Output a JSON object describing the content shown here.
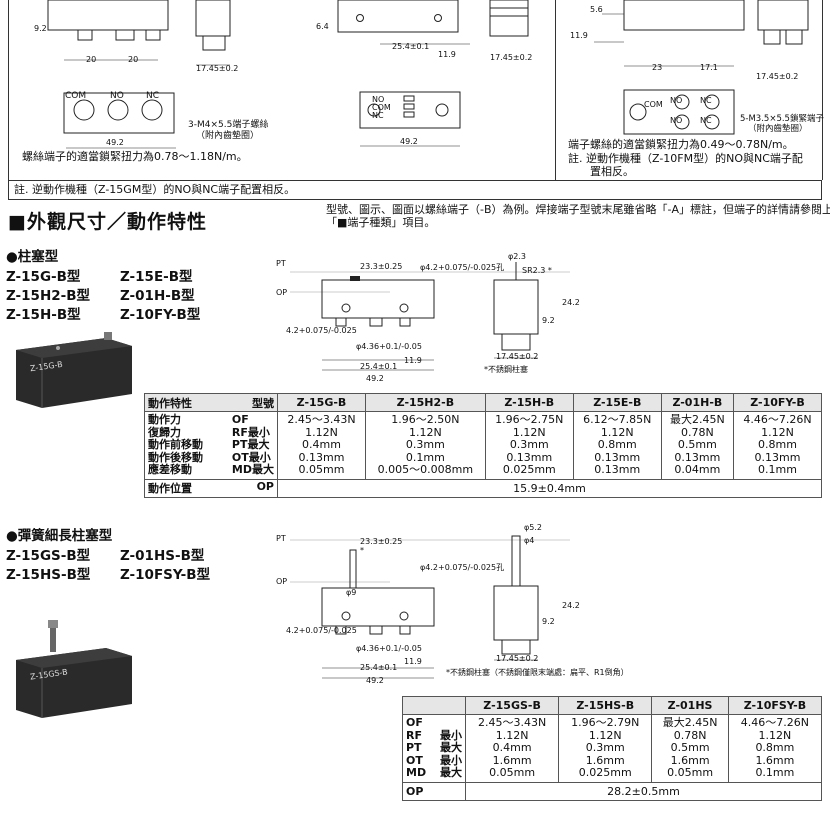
{
  "top": {
    "left_note": "螺絲端子的適當鎖緊扭力為0.78～1.18N/m。",
    "left_terminal_callout_1": "3-M4×5.5端子螺絲",
    "left_terminal_callout_2": "（附內齒墊圈）",
    "left_terminals": [
      "COM",
      "NO",
      "NC"
    ],
    "dims_left": [
      "9.2",
      "20",
      "20",
      "17.45±0.2",
      "49.2"
    ],
    "dims_mid": [
      "6.4",
      "25.4±0.1",
      "11.9",
      "17.45±0.2",
      "49.2"
    ],
    "mid_terminals": [
      "NO",
      "COM",
      "NC"
    ],
    "right_note_1": "端子螺絲的適當鎖緊扭力為0.49～0.78N/m。",
    "right_note_2": "註. 逆動作機種（Z-10FM型）的NO與NC端子配",
    "right_note_3": "置相反。",
    "right_callout_1": "5-M3.5×5.5鎖緊端子",
    "right_callout_2": "（附內齒墊圈）",
    "dims_right": [
      "5.6",
      "11.9",
      "23",
      "17.1",
      "17.45±0.2"
    ],
    "right_terminals": [
      "COM",
      "NO",
      "NC",
      "NO",
      "NC"
    ],
    "footer_note": "註. 逆動作機種（Z-15GM型）的NO與NC端子配置相反。"
  },
  "section": {
    "title": "■外觀尺寸／動作特性",
    "desc_1": "型號、圖示、圖面以螺絲端子（-B）為例。焊接端子型號末尾雖省略「-A」標註，但端子的詳情請參閱上述",
    "desc_2": "「■端子種類」項目。"
  },
  "group1": {
    "title": "●柱塞型",
    "models_left": [
      "Z-15G-B型",
      "Z-15H2-B型",
      "Z-15H-B型"
    ],
    "models_right": [
      "Z-15E-B型",
      "Z-01H-B型",
      "Z-10FY-B型"
    ],
    "photo_label": "Z-15G-B",
    "dims": {
      "pt": "PT",
      "op": "OP",
      "d1": "23.3±0.25",
      "d2": "φ4.2+0.075/-0.025孔",
      "d3": "4.2+0.075/-0.025",
      "d4": "φ4.36+0.1/-0.05",
      "d5": "25.4±0.1",
      "d6": "11.9",
      "d7": "49.2",
      "d8": "φ2.3",
      "d9": "SR2.3 *",
      "d10": "24.2",
      "d11": "9.2",
      "d12": "17.45±0.2",
      "note": "*不銹鋼柱塞"
    },
    "table": {
      "header_left": "動作特性",
      "header_model": "型號",
      "models": [
        "Z-15G-B",
        "Z-15H2-B",
        "Z-15H-B",
        "Z-15E-B",
        "Z-01H-B",
        "Z-10FY-B"
      ],
      "row_labels": [
        "動作力",
        "復歸力",
        "動作前移動",
        "動作後移動",
        "應差移動"
      ],
      "row_codes": [
        "OF",
        "RF最小",
        "PT最大",
        "OT最小",
        "MD最大"
      ],
      "cols": [
        [
          "2.45～3.43N",
          "1.12N",
          "0.4mm",
          "0.13mm",
          "0.05mm"
        ],
        [
          "1.96～2.50N",
          "1.12N",
          "0.3mm",
          "0.1mm",
          "0.005～0.008mm"
        ],
        [
          "1.96～2.75N",
          "1.12N",
          "0.3mm",
          "0.13mm",
          "0.025mm"
        ],
        [
          "6.12～7.85N",
          "1.12N",
          "0.8mm",
          "0.13mm",
          "0.13mm"
        ],
        [
          "最大2.45N",
          "0.78N",
          "0.5mm",
          "0.13mm",
          "0.04mm"
        ],
        [
          "4.46～7.26N",
          "1.12N",
          "0.8mm",
          "0.13mm",
          "0.1mm"
        ]
      ],
      "op_label": "動作位置",
      "op_code": "OP",
      "op_value": "15.9±0.4mm"
    }
  },
  "group2": {
    "title": "●彈簧細長柱塞型",
    "models_left": [
      "Z-15GS-B型",
      "Z-15HS-B型"
    ],
    "models_right": [
      "Z-01HS-B型",
      "Z-10FSY-B型"
    ],
    "photo_label": "Z-15GS-B",
    "dims": {
      "pt": "PT",
      "op": "OP",
      "d1": "23.3±0.25",
      "star": "*",
      "d2": "φ4.2+0.075/-0.025孔",
      "d3": "φ9",
      "d4": "4.2+0.075/-0.025",
      "d5": "φ4.36+0.1/-0.05",
      "d6": "25.4±0.1",
      "d7": "11.9",
      "d8": "49.2",
      "d9": "φ5.2",
      "d10": "φ4",
      "d11": "24.2",
      "d12": "9.2",
      "d13": "17.45±0.2",
      "note": "*不銹鋼柱塞（不銹鋼僅限末端處：扁平、R1倒角）"
    },
    "table": {
      "models": [
        "Z-15GS-B",
        "Z-15HS-B",
        "Z-01HS",
        "Z-10FSY-B"
      ],
      "row_codes": [
        "OF",
        "RF",
        "PT",
        "OT",
        "MD"
      ],
      "row_qual": [
        "",
        "最小",
        "最大",
        "最小",
        "最大"
      ],
      "cols": [
        [
          "2.45～3.43N",
          "1.12N",
          "0.4mm",
          "1.6mm",
          "0.05mm"
        ],
        [
          "1.96～2.79N",
          "1.12N",
          "0.3mm",
          "1.6mm",
          "0.025mm"
        ],
        [
          "最大2.45N",
          "0.78N",
          "0.5mm",
          "1.6mm",
          "0.05mm"
        ],
        [
          "4.46～7.26N",
          "1.12N",
          "0.8mm",
          "1.6mm",
          "0.1mm"
        ]
      ],
      "op_code": "OP",
      "op_value": "28.2±0.5mm"
    }
  }
}
